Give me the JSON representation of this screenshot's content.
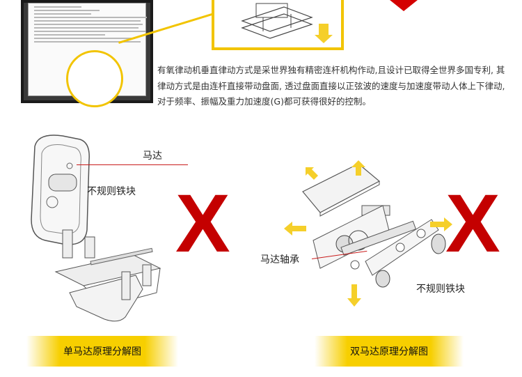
{
  "description": "有氧律动机垂直律动方式是采世界独有精密连杆机构作动,且设计已取得全世界多国专利, 其律动方式是由连杆直接带动盘面, 透过盘面直接以正弦波的速度与加速度带动人体上下律动, 对于频率、振幅及重力加速度(G)都可获得很好的控制。",
  "left_diagram": {
    "motor_label": "马达",
    "block_label": "不规则铁块",
    "caption": "单马达原理分解图"
  },
  "right_diagram": {
    "bearing_label": "马达轴承",
    "block_label": "不规则铁块",
    "caption": "双马达原理分解图"
  },
  "colors": {
    "accent_yellow": "#f7cf00",
    "cross_red": "#c40000"
  },
  "icons": [
    "cross-icon",
    "arrow-icon"
  ]
}
